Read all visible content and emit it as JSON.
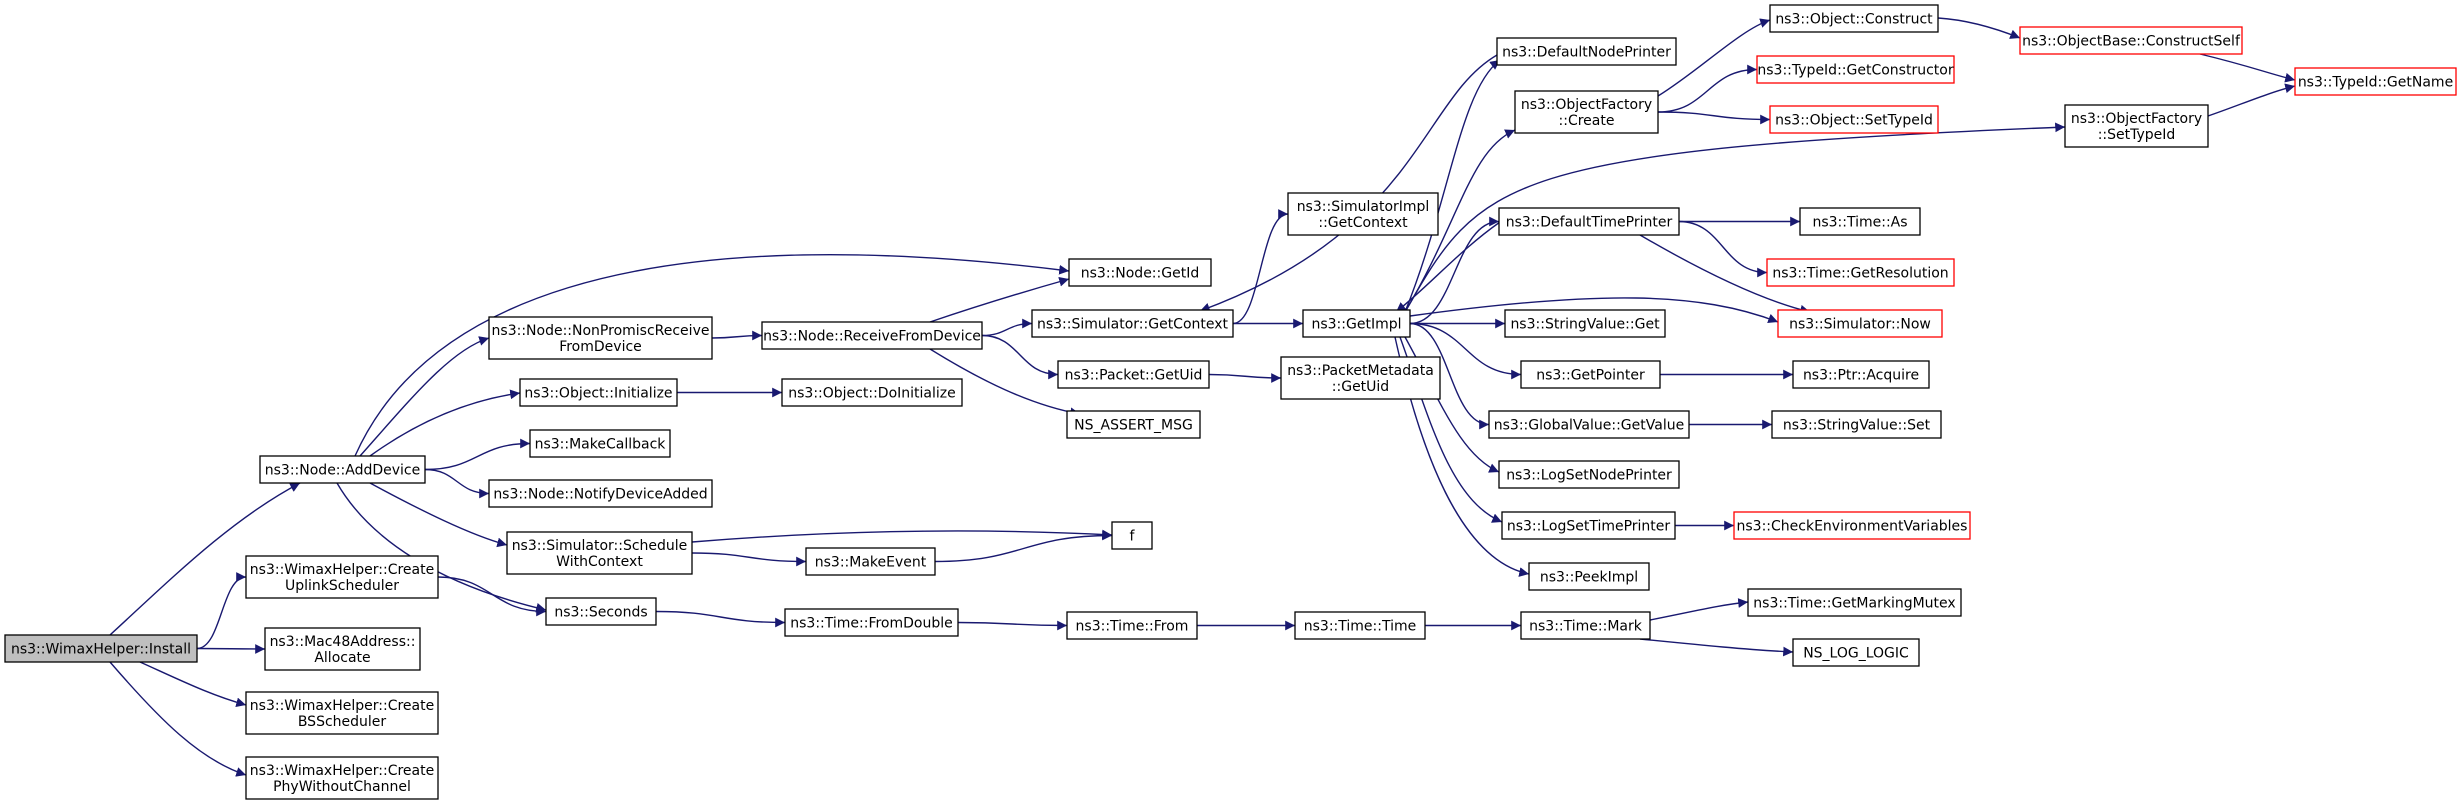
{
  "graph": {
    "colors": {
      "edge": "#191970",
      "node_border": "#000000",
      "truncated_border": "#ff0000",
      "root_fill": "#bfbfbf",
      "node_fill": "#ffffff"
    },
    "nodes": [
      {
        "id": "install",
        "lines": [
          "ns3::WimaxHelper::Install"
        ],
        "style": "root"
      },
      {
        "id": "adddevice",
        "lines": [
          "ns3::Node::AddDevice"
        ]
      },
      {
        "id": "uplinksched",
        "lines": [
          "ns3::WimaxHelper::Create",
          "UplinkScheduler"
        ]
      },
      {
        "id": "mac48alloc",
        "lines": [
          "ns3::Mac48Address::",
          "Allocate"
        ]
      },
      {
        "id": "bssched",
        "lines": [
          "ns3::WimaxHelper::Create",
          "BSScheduler"
        ]
      },
      {
        "id": "phywochan",
        "lines": [
          "ns3::WimaxHelper::Create",
          "PhyWithoutChannel"
        ]
      },
      {
        "id": "nonpromisc",
        "lines": [
          "ns3::Node::NonPromiscReceive",
          "FromDevice"
        ]
      },
      {
        "id": "objinit",
        "lines": [
          "ns3::Object::Initialize"
        ]
      },
      {
        "id": "makecallback",
        "lines": [
          "ns3::MakeCallback"
        ]
      },
      {
        "id": "notifyadded",
        "lines": [
          "ns3::Node::NotifyDeviceAdded"
        ]
      },
      {
        "id": "schedctx",
        "lines": [
          "ns3::Simulator::Schedule",
          "WithContext"
        ]
      },
      {
        "id": "seconds",
        "lines": [
          "ns3::Seconds"
        ]
      },
      {
        "id": "recvfromdev",
        "lines": [
          "ns3::Node::ReceiveFromDevice"
        ]
      },
      {
        "id": "doinit",
        "lines": [
          "ns3::Object::DoInitialize"
        ]
      },
      {
        "id": "makeevent",
        "lines": [
          "ns3::MakeEvent"
        ]
      },
      {
        "id": "fromdouble",
        "lines": [
          "ns3::Time::FromDouble"
        ]
      },
      {
        "id": "getid",
        "lines": [
          "ns3::Node::GetId"
        ]
      },
      {
        "id": "simgetctx",
        "lines": [
          "ns3::Simulator::GetContext"
        ]
      },
      {
        "id": "pktgetuid",
        "lines": [
          "ns3::Packet::GetUid"
        ]
      },
      {
        "id": "nsassert",
        "lines": [
          "NS_ASSERT_MSG"
        ]
      },
      {
        "id": "f",
        "lines": [
          "f"
        ]
      },
      {
        "id": "timefrom",
        "lines": [
          "ns3::Time::From"
        ]
      },
      {
        "id": "simimplgetctx",
        "lines": [
          "ns3::SimulatorImpl",
          "::GetContext"
        ]
      },
      {
        "id": "pktmetagetuid",
        "lines": [
          "ns3::PacketMetadata",
          "::GetUid"
        ]
      },
      {
        "id": "timetime",
        "lines": [
          "ns3::Time::Time"
        ]
      },
      {
        "id": "getimpl",
        "lines": [
          "ns3::GetImpl"
        ]
      },
      {
        "id": "defnodeprinter",
        "lines": [
          "ns3::DefaultNodePrinter"
        ]
      },
      {
        "id": "objfactcreate",
        "lines": [
          "ns3::ObjectFactory",
          "::Create"
        ]
      },
      {
        "id": "deftimeprinter",
        "lines": [
          "ns3::DefaultTimePrinter"
        ]
      },
      {
        "id": "stringvalget",
        "lines": [
          "ns3::StringValue::Get"
        ]
      },
      {
        "id": "getpointer",
        "lines": [
          "ns3::GetPointer"
        ]
      },
      {
        "id": "globalvalget",
        "lines": [
          "ns3::GlobalValue::GetValue"
        ]
      },
      {
        "id": "logsetnode",
        "lines": [
          "ns3::LogSetNodePrinter"
        ]
      },
      {
        "id": "logsettime",
        "lines": [
          "ns3::LogSetTimePrinter"
        ]
      },
      {
        "id": "peekimpl",
        "lines": [
          "ns3::PeekImpl"
        ]
      },
      {
        "id": "timemark",
        "lines": [
          "ns3::Time::Mark"
        ]
      },
      {
        "id": "objconstruct",
        "lines": [
          "ns3::Object::Construct"
        ]
      },
      {
        "id": "typeidgetctor",
        "lines": [
          "ns3::TypeId::GetConstructor"
        ],
        "style": "truncated"
      },
      {
        "id": "objsettypeid",
        "lines": [
          "ns3::Object::SetTypeId"
        ],
        "style": "truncated"
      },
      {
        "id": "objfactsettypeid",
        "lines": [
          "ns3::ObjectFactory",
          "::SetTypeId"
        ]
      },
      {
        "id": "timeas",
        "lines": [
          "ns3::Time::As"
        ]
      },
      {
        "id": "timegetres",
        "lines": [
          "ns3::Time::GetResolution"
        ],
        "style": "truncated"
      },
      {
        "id": "simnow",
        "lines": [
          "ns3::Simulator::Now"
        ],
        "style": "truncated"
      },
      {
        "id": "ptracquire",
        "lines": [
          "ns3::Ptr::Acquire"
        ]
      },
      {
        "id": "stringvalset",
        "lines": [
          "ns3::StringValue::Set"
        ]
      },
      {
        "id": "checkenv",
        "lines": [
          "ns3::CheckEnvironmentVariables"
        ],
        "style": "truncated"
      },
      {
        "id": "getmarkmutex",
        "lines": [
          "ns3::Time::GetMarkingMutex"
        ]
      },
      {
        "id": "nsloglogic",
        "lines": [
          "NS_LOG_LOGIC"
        ]
      },
      {
        "id": "objbasector",
        "lines": [
          "ns3::ObjectBase::ConstructSelf"
        ],
        "style": "truncated"
      },
      {
        "id": "typeidgetname",
        "lines": [
          "ns3::TypeId::GetName"
        ],
        "style": "truncated"
      }
    ],
    "edges": [
      [
        "install",
        "adddevice"
      ],
      [
        "install",
        "uplinksched"
      ],
      [
        "install",
        "mac48alloc"
      ],
      [
        "install",
        "bssched"
      ],
      [
        "install",
        "phywochan"
      ],
      [
        "adddevice",
        "getid"
      ],
      [
        "adddevice",
        "nonpromisc"
      ],
      [
        "adddevice",
        "objinit"
      ],
      [
        "adddevice",
        "makecallback"
      ],
      [
        "adddevice",
        "notifyadded"
      ],
      [
        "adddevice",
        "schedctx"
      ],
      [
        "adddevice",
        "seconds"
      ],
      [
        "uplinksched",
        "seconds"
      ],
      [
        "nonpromisc",
        "recvfromdev"
      ],
      [
        "objinit",
        "doinit"
      ],
      [
        "schedctx",
        "f"
      ],
      [
        "schedctx",
        "makeevent"
      ],
      [
        "makeevent",
        "f"
      ],
      [
        "seconds",
        "fromdouble"
      ],
      [
        "recvfromdev",
        "getid"
      ],
      [
        "recvfromdev",
        "simgetctx"
      ],
      [
        "recvfromdev",
        "pktgetuid"
      ],
      [
        "recvfromdev",
        "nsassert"
      ],
      [
        "fromdouble",
        "timefrom"
      ],
      [
        "simgetctx",
        "simimplgetctx"
      ],
      [
        "simgetctx",
        "getimpl"
      ],
      [
        "defnodeprinter",
        "simgetctx"
      ],
      [
        "pktgetuid",
        "pktmetagetuid"
      ],
      [
        "timefrom",
        "timetime"
      ],
      [
        "timetime",
        "timemark"
      ],
      [
        "getimpl",
        "defnodeprinter"
      ],
      [
        "getimpl",
        "objfactcreate"
      ],
      [
        "getimpl",
        "objfactsettypeid"
      ],
      [
        "getimpl",
        "deftimeprinter"
      ],
      [
        "getimpl",
        "simnow"
      ],
      [
        "getimpl",
        "stringvalget"
      ],
      [
        "getimpl",
        "getpointer"
      ],
      [
        "getimpl",
        "globalvalget"
      ],
      [
        "getimpl",
        "logsetnode"
      ],
      [
        "getimpl",
        "logsettime"
      ],
      [
        "getimpl",
        "peekimpl"
      ],
      [
        "deftimeprinter",
        "getimpl"
      ],
      [
        "deftimeprinter",
        "timeas"
      ],
      [
        "deftimeprinter",
        "timegetres"
      ],
      [
        "deftimeprinter",
        "simnow"
      ],
      [
        "objfactcreate",
        "objconstruct"
      ],
      [
        "objfactcreate",
        "typeidgetctor"
      ],
      [
        "objfactcreate",
        "objsettypeid"
      ],
      [
        "objconstruct",
        "objbasector"
      ],
      [
        "objbasector",
        "typeidgetname"
      ],
      [
        "objfactsettypeid",
        "typeidgetname"
      ],
      [
        "getpointer",
        "ptracquire"
      ],
      [
        "globalvalget",
        "stringvalset"
      ],
      [
        "logsettime",
        "checkenv"
      ],
      [
        "timemark",
        "getmarkmutex"
      ],
      [
        "timemark",
        "nsloglogic"
      ]
    ]
  }
}
